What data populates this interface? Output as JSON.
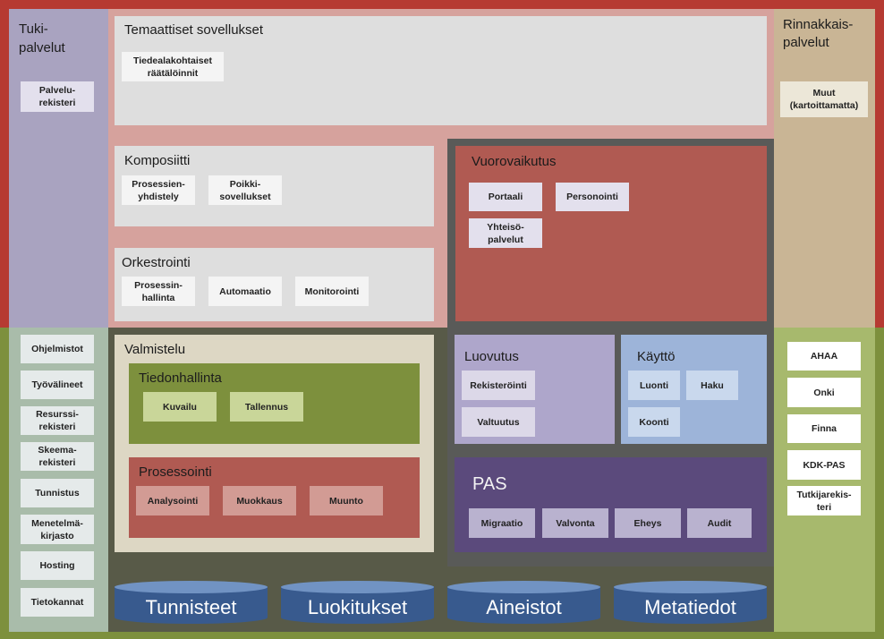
{
  "tuki": {
    "title": "Tuki-\npalvelut",
    "items": [
      "Palvelu-\nrekisteri"
    ]
  },
  "rinnakkais": {
    "title": "Rinnakkais-\npalvelut",
    "items": [
      "Muut\n(kartoittamatta)"
    ]
  },
  "temaattiset": {
    "title": "Temaattiset sovellukset",
    "items": [
      "Tiedealakohtaiset\nräätälöinnit"
    ]
  },
  "komposiitti": {
    "title": "Komposiitti",
    "items": [
      "Prosessien-\nyhdistely",
      "Poikki-\nsovellukset"
    ]
  },
  "orkestrointi": {
    "title": "Orkestrointi",
    "items": [
      "Prosessin-\nhallinta",
      "Automaatio",
      "Monitorointi"
    ]
  },
  "vuorovaikutus": {
    "title": "Vuorovaikutus",
    "items": [
      "Portaali",
      "Personointi",
      "Yhteisö-\npalvelut"
    ]
  },
  "left_tools": {
    "items": [
      "Ohjelmistot",
      "Työvälineet",
      "Resurssi-\nrekisteri",
      "Skeema-\nrekisteri",
      "Tunnistus",
      "Menetelmä-\nkirjasto",
      "Hosting",
      "Tietokannat"
    ]
  },
  "right_services": {
    "items": [
      "AHAA",
      "Onki",
      "Finna",
      "KDK-PAS",
      "Tutkijarekis-\nteri"
    ]
  },
  "valmistelu": {
    "title": "Valmistelu"
  },
  "tiedonhallinta": {
    "title": "Tiedonhallinta",
    "items": [
      "Kuvailu",
      "Tallennus"
    ]
  },
  "prosessointi": {
    "title": "Prosessointi",
    "items": [
      "Analysointi",
      "Muokkaus",
      "Muunto"
    ]
  },
  "luovutus": {
    "title": "Luovutus",
    "items": [
      "Rekisteröinti",
      "Valtuutus"
    ]
  },
  "kaytto": {
    "title": "Käyttö",
    "items": [
      "Luonti",
      "Haku",
      "Koonti"
    ]
  },
  "pas": {
    "title": "PAS",
    "items": [
      "Migraatio",
      "Valvonta",
      "Eheys",
      "Audit"
    ]
  },
  "storage": {
    "items": [
      "Tunnisteet",
      "Luokitukset",
      "Aineistot",
      "Metatiedot"
    ]
  },
  "colors": {
    "upper_band": "#b63a32",
    "lower_band": "#7d903d",
    "left_column": "#a9a3c0",
    "right_column": "#c9b595",
    "center_upper": "#d6a29d",
    "center_lower": "#585a48",
    "pas": "#5b4a7c",
    "storage": "#385a8e"
  }
}
